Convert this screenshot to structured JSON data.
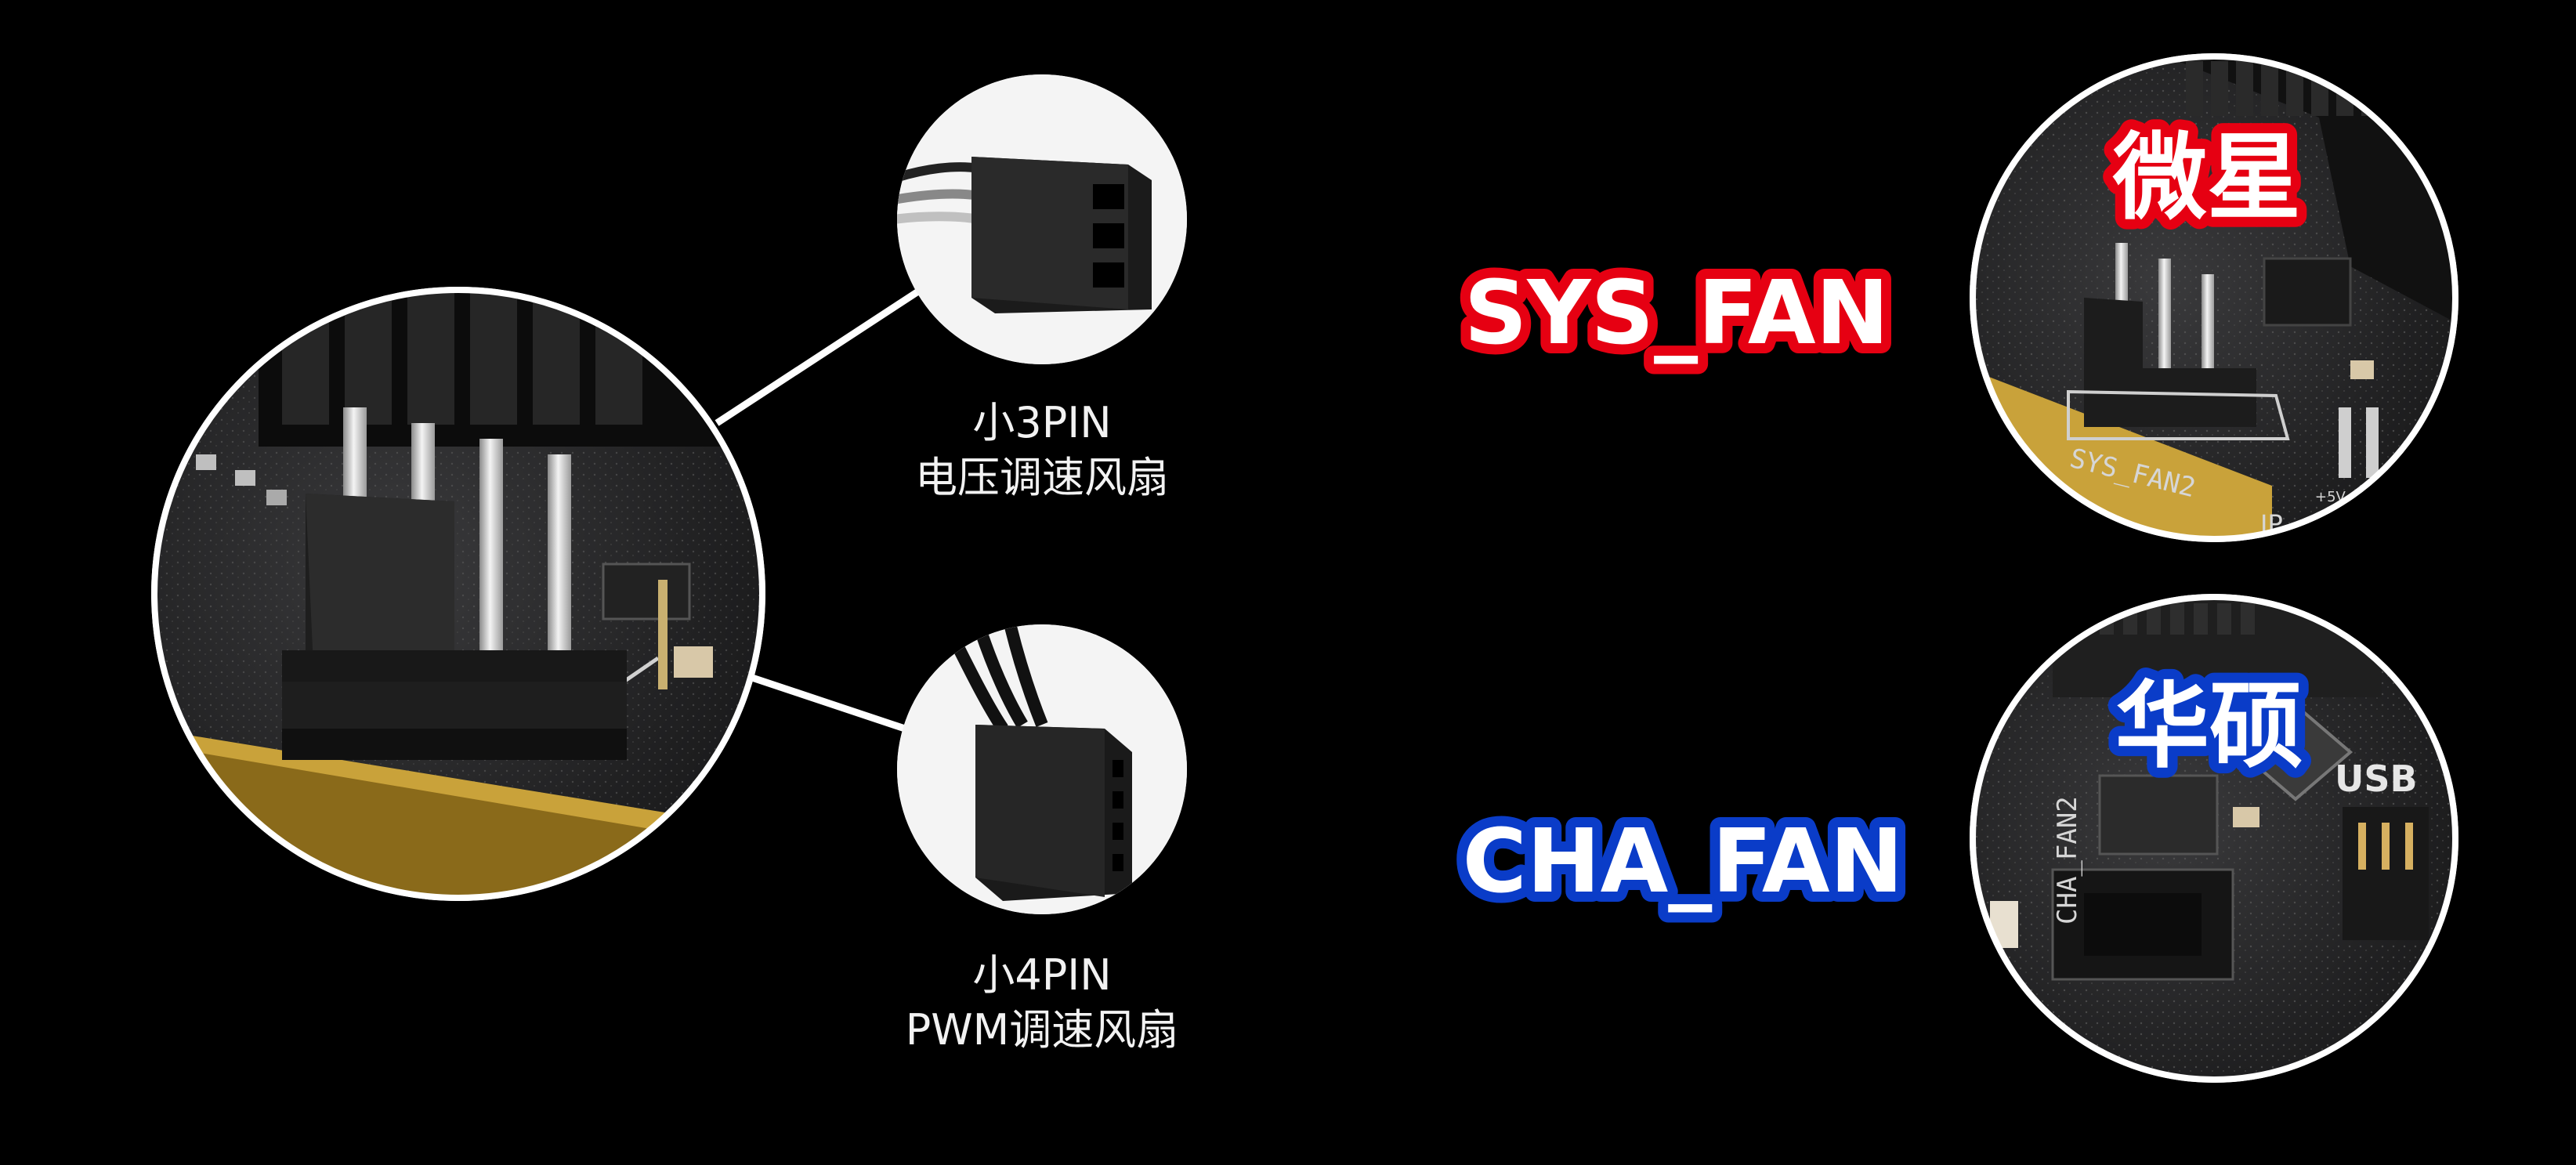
{
  "connectors": [
    {
      "name_line": "小3PIN",
      "desc_line": "电压调速风扇"
    },
    {
      "name_line": "小4PIN",
      "desc_line": "PWM调速风扇"
    }
  ],
  "headers": [
    {
      "label": "SYS_FAN",
      "brand": "微星",
      "silk": "SYS_FAN2",
      "color": "#e60012"
    },
    {
      "label": "CHA_FAN",
      "brand": "华硕",
      "silk": "CHA_FAN2",
      "color": "#0a3cc8"
    }
  ],
  "board_marks": {
    "usb": "USB",
    "plus5v": "+5V",
    "jp": "JP"
  }
}
